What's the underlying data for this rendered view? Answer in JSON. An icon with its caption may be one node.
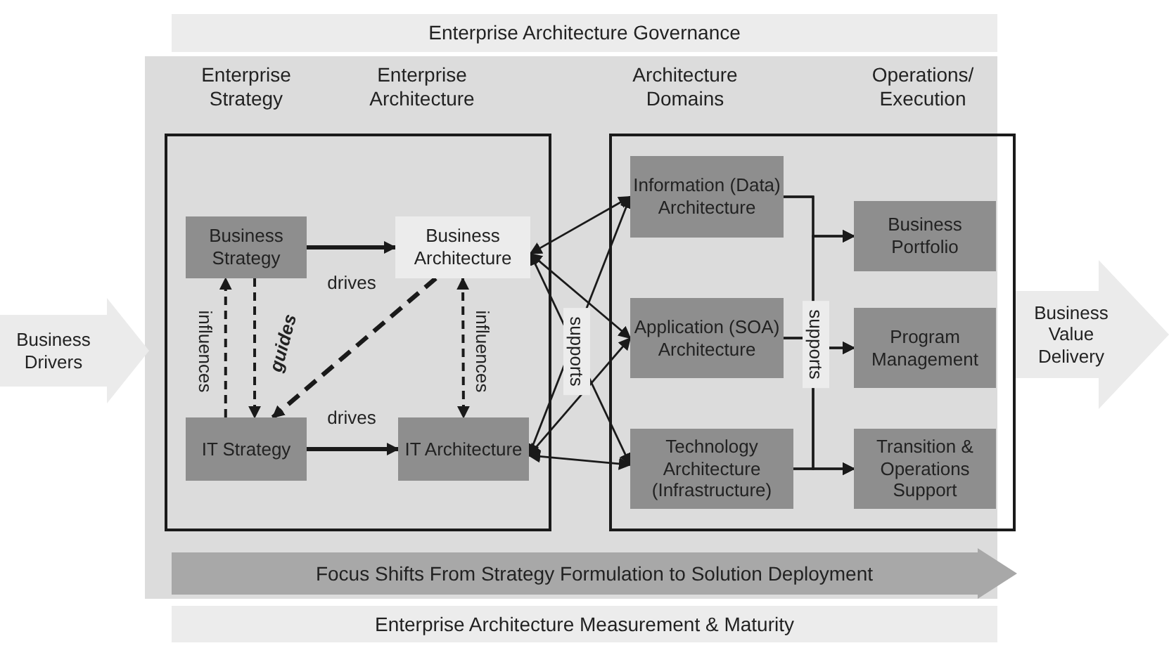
{
  "diagram": {
    "nodes": [
      {
        "text": [
          "Enterprise Architecture Governance"
        ]
      },
      {
        "text": [
          "Business Drivers"
        ]
      },
      {
        "text": [],
        "shape": "box"
      },
      {
        "text": [
          "Business Strategy"
        ],
        "in": 2
      },
      {
        "text": [
          "Business Architecture"
        ],
        "in": 2
      },
      {
        "text": [
          "IT Strategy"
        ],
        "in": 2
      },
      {
        "text": [
          "IT Architecture"
        ],
        "in": 2
      },
      {
        "text": [],
        "shape": "box"
      },
      {
        "text": [
          "Information (Data) Architecture"
        ],
        "in": 7
      },
      {
        "text": [
          "Application (SOA) Architecture"
        ],
        "in": 7
      },
      {
        "text": [
          "Technology Architecture (Infrastructure)"
        ],
        "in": 7
      },
      {
        "text": [
          "Business Portfolio"
        ],
        "in": 7
      },
      {
        "text": [
          "Program Management"
        ],
        "in": 7
      },
      {
        "text": [
          "Transition & Operations Support"
        ],
        "in": 7
      },
      {
        "text": [
          "Business Value Delivery"
        ]
      },
      {
        "text": [
          "Focus Shifts From Strategy Formulation to Solution Deployment"
        ]
      },
      {
        "text": [
          "Enterprise Architecture Measurement & Maturity"
        ]
      }
    ],
    "edges": [
      {
        "from": 3,
        "to": 4,
        "arrow": "to",
        "label": "drives",
        "style": "thick"
      },
      {
        "from": 5,
        "to": 6,
        "arrow": "to",
        "label": "drives",
        "style": "thick"
      },
      {
        "from": 5,
        "to": 3,
        "arrow": "to",
        "label": "influences",
        "style": "dashed"
      },
      {
        "from": 3,
        "to": 5,
        "arrow": "to",
        "label": "guides",
        "style": "dashed"
      },
      {
        "from": 4,
        "to": 6,
        "arrow": "both",
        "label": "influences",
        "style": "dashed"
      },
      {
        "from": 4,
        "to": 5,
        "arrow": "to",
        "style": "dashed"
      },
      {
        "from": 4,
        "to": 8,
        "arrow": "both"
      },
      {
        "from": 4,
        "to": 9,
        "arrow": "both"
      },
      {
        "from": 4,
        "to": 10,
        "arrow": "both"
      },
      {
        "from": 6,
        "to": 8,
        "arrow": "both"
      },
      {
        "from": 6,
        "to": 9,
        "arrow": "both"
      },
      {
        "from": 6,
        "to": 10,
        "arrow": "both"
      },
      {
        "from": 8,
        "to": 11,
        "arrow": "to"
      },
      {
        "from": 8,
        "to": 12,
        "arrow": "to"
      },
      {
        "from": 8,
        "to": 13,
        "arrow": "to"
      },
      {
        "from": 9,
        "to": 11,
        "arrow": "to"
      },
      {
        "from": 9,
        "to": 12,
        "arrow": "to"
      },
      {
        "from": 9,
        "to": 13,
        "arrow": "to"
      },
      {
        "from": 10,
        "to": 11,
        "arrow": "to"
      },
      {
        "from": 10,
        "to": 12,
        "arrow": "to"
      },
      {
        "from": 10,
        "to": 13,
        "arrow": "to"
      }
    ],
    "labels": [
      "Enterprise Strategy",
      "Enterprise Architecture",
      "Architecture Domains",
      "Operations/ Execution",
      "supports",
      "supports"
    ]
  }
}
